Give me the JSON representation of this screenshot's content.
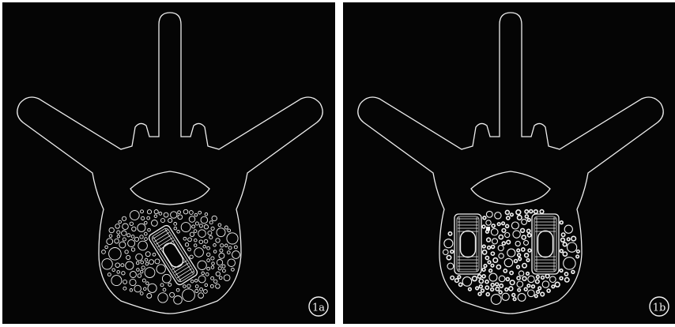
{
  "figure": {
    "panels": [
      {
        "label": "1a",
        "cages": [
          "oblique-center"
        ]
      },
      {
        "label": "1b",
        "cages": [
          "left",
          "right"
        ]
      }
    ],
    "colors": {
      "background": "#050505",
      "line": "#f2f2f2",
      "separator": "#ffffff"
    }
  }
}
